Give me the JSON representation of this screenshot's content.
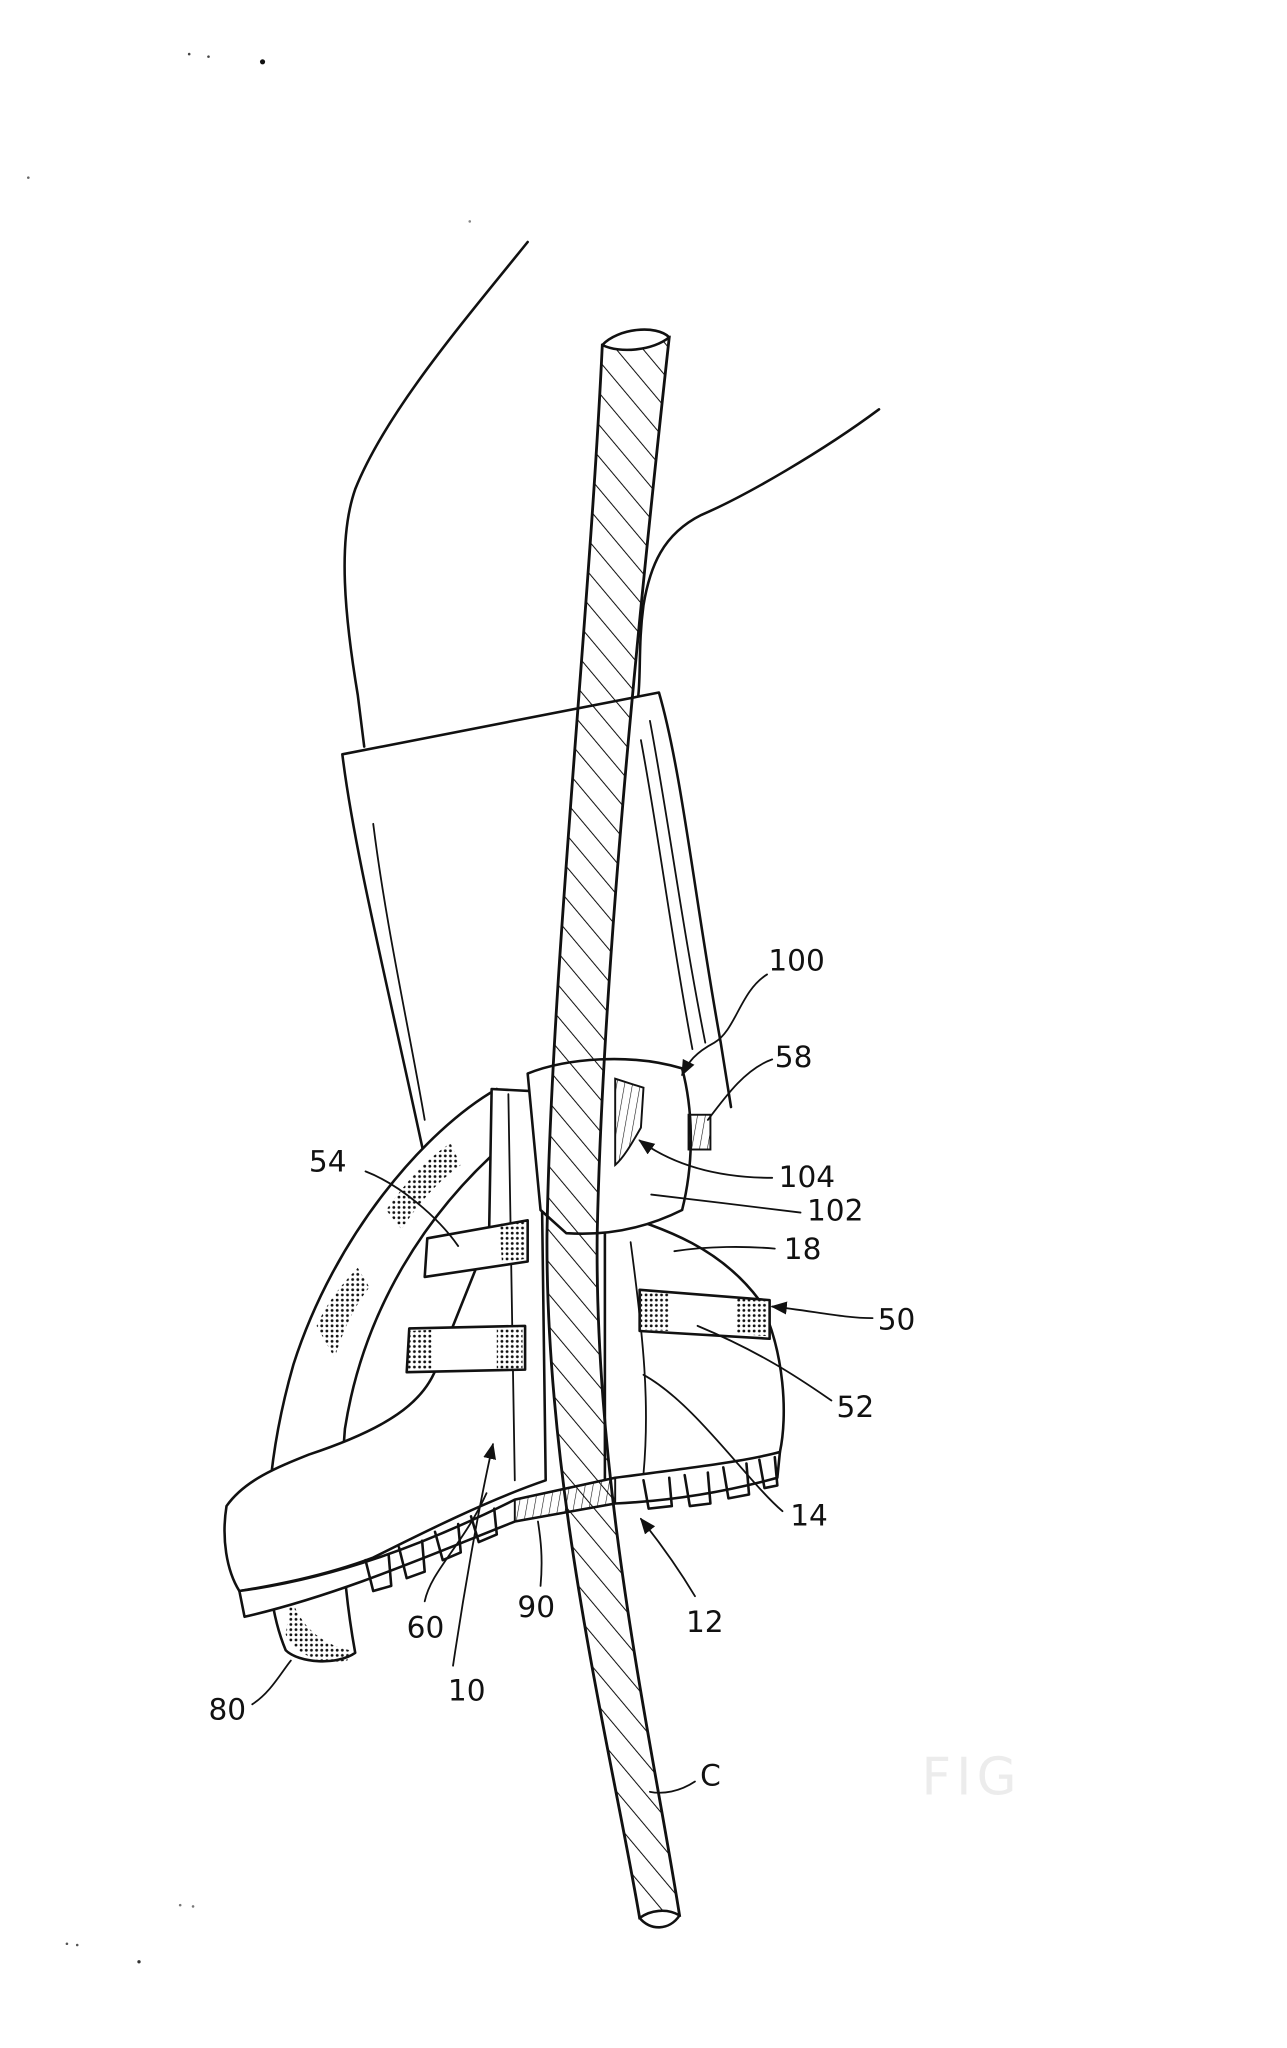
{
  "figure": {
    "caption_fragment": "FIG",
    "labels": {
      "l100": "100",
      "l58": "58",
      "l104": "104",
      "l102": "102",
      "l18": "18",
      "l54": "54",
      "l50": "50",
      "l52": "52",
      "l14": "14",
      "l60": "60",
      "l90": "90",
      "l12": "12",
      "l10": "10",
      "l80": "80",
      "lC": "C"
    }
  },
  "colors": {
    "ink": "#111111",
    "paper": "#ffffff"
  }
}
